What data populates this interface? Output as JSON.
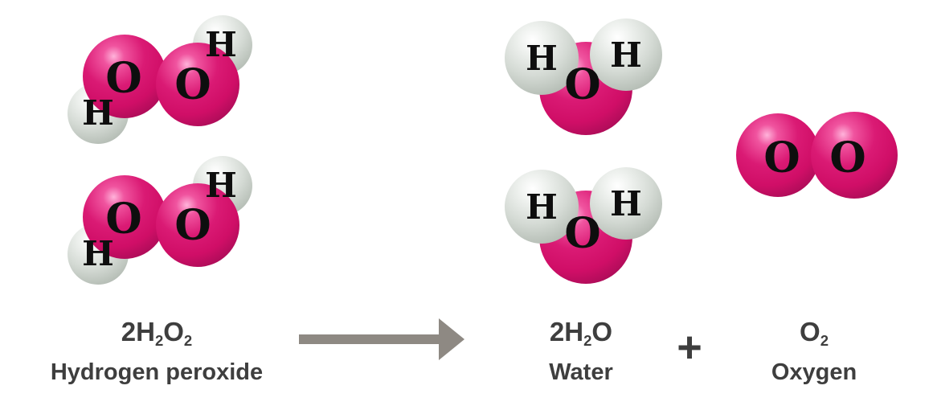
{
  "colors": {
    "oxygen_sphere": "#d00e67",
    "hydrogen_sphere": "#d4dad4",
    "atom_letter": "#0e0e0e",
    "arrow": "#8e8983",
    "label_text": "#3e3e3e",
    "background": "#ffffff"
  },
  "molecules": {
    "hydrogen_peroxide_1": {
      "atoms": [
        {
          "element": "H"
        },
        {
          "element": "O"
        },
        {
          "element": "O"
        },
        {
          "element": "H"
        }
      ]
    },
    "hydrogen_peroxide_2": {
      "atoms": [
        {
          "element": "H"
        },
        {
          "element": "O"
        },
        {
          "element": "O"
        },
        {
          "element": "H"
        }
      ]
    },
    "water_1": {
      "atoms": [
        {
          "element": "H"
        },
        {
          "element": "O"
        },
        {
          "element": "H"
        }
      ]
    },
    "water_2": {
      "atoms": [
        {
          "element": "H"
        },
        {
          "element": "O"
        },
        {
          "element": "H"
        }
      ]
    },
    "oxygen_1": {
      "atoms": [
        {
          "element": "O"
        },
        {
          "element": "O"
        }
      ]
    }
  },
  "equation": {
    "reactant": {
      "formula_parts": [
        {
          "text": "2H"
        },
        {
          "text": "2",
          "subscript": true
        },
        {
          "text": "O"
        },
        {
          "text": "2",
          "subscript": true
        }
      ],
      "name": "Hydrogen peroxide"
    },
    "product_water": {
      "formula_parts": [
        {
          "text": "2H"
        },
        {
          "text": "2",
          "subscript": true
        },
        {
          "text": "O"
        }
      ],
      "name": "Water"
    },
    "plus_sign": "+",
    "product_oxygen": {
      "formula_parts": [
        {
          "text": "O"
        },
        {
          "text": "2",
          "subscript": true
        }
      ],
      "name": "Oxygen"
    }
  }
}
